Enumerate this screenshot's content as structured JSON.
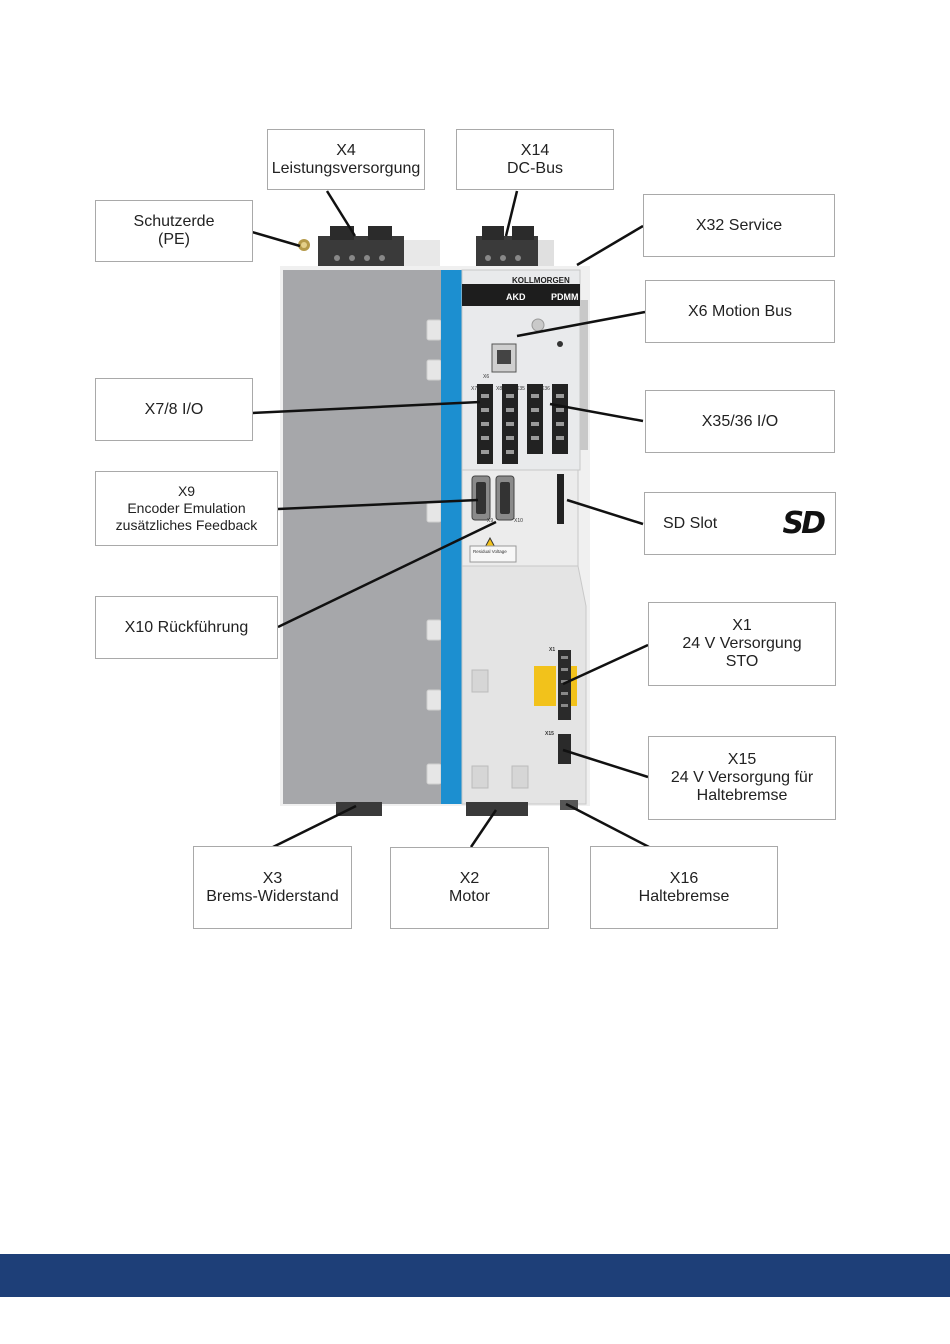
{
  "device": {
    "brand": "KOLLMORGEN",
    "model_left": "AKD",
    "model_right": "PDMM",
    "port_labels": {
      "x6": "X6",
      "x7": "X7",
      "x8": "X8",
      "x35": "X35",
      "x36": "X36",
      "x9": "X9",
      "x10": "X10",
      "x1": "X1",
      "x15": "X15"
    },
    "warning": "Residual Voltage"
  },
  "callouts": {
    "x4": {
      "line1": "X4",
      "line2": "Leistungsversorgung"
    },
    "x14": {
      "line1": "X14",
      "line2": "DC-Bus"
    },
    "pe": {
      "line1": "Schutzerde",
      "line2": "(PE)"
    },
    "x32": {
      "line1": "X32 Service"
    },
    "x6": {
      "line1": "X6 Motion Bus"
    },
    "x78": {
      "line1": "X7/8 I/O"
    },
    "x3536": {
      "line1": "X35/36 I/O"
    },
    "x9": {
      "line1": "X9",
      "line2": "Encoder Emulation",
      "line3": "zusätzliches Feedback"
    },
    "sd": {
      "line1": "SD Slot",
      "logo": "SD"
    },
    "x10": {
      "line1": "X10 Rückführung"
    },
    "x1": {
      "line1": "X1",
      "line2": "24 V Versorgung",
      "line3": "STO"
    },
    "x15": {
      "line1": "X15",
      "line2": "24 V Versorgung für",
      "line3": "Haltebremse"
    },
    "x3": {
      "line1": "X3",
      "line2": "Brems-Widerstand"
    },
    "x2": {
      "line1": "X2",
      "line2": "Motor"
    },
    "x16": {
      "line1": "X16",
      "line2": "Haltebremse"
    }
  },
  "colors": {
    "footer": "#1e3f78",
    "accent_stripe": "#1c8fd0",
    "panel_gray": "#a6a7aa"
  }
}
